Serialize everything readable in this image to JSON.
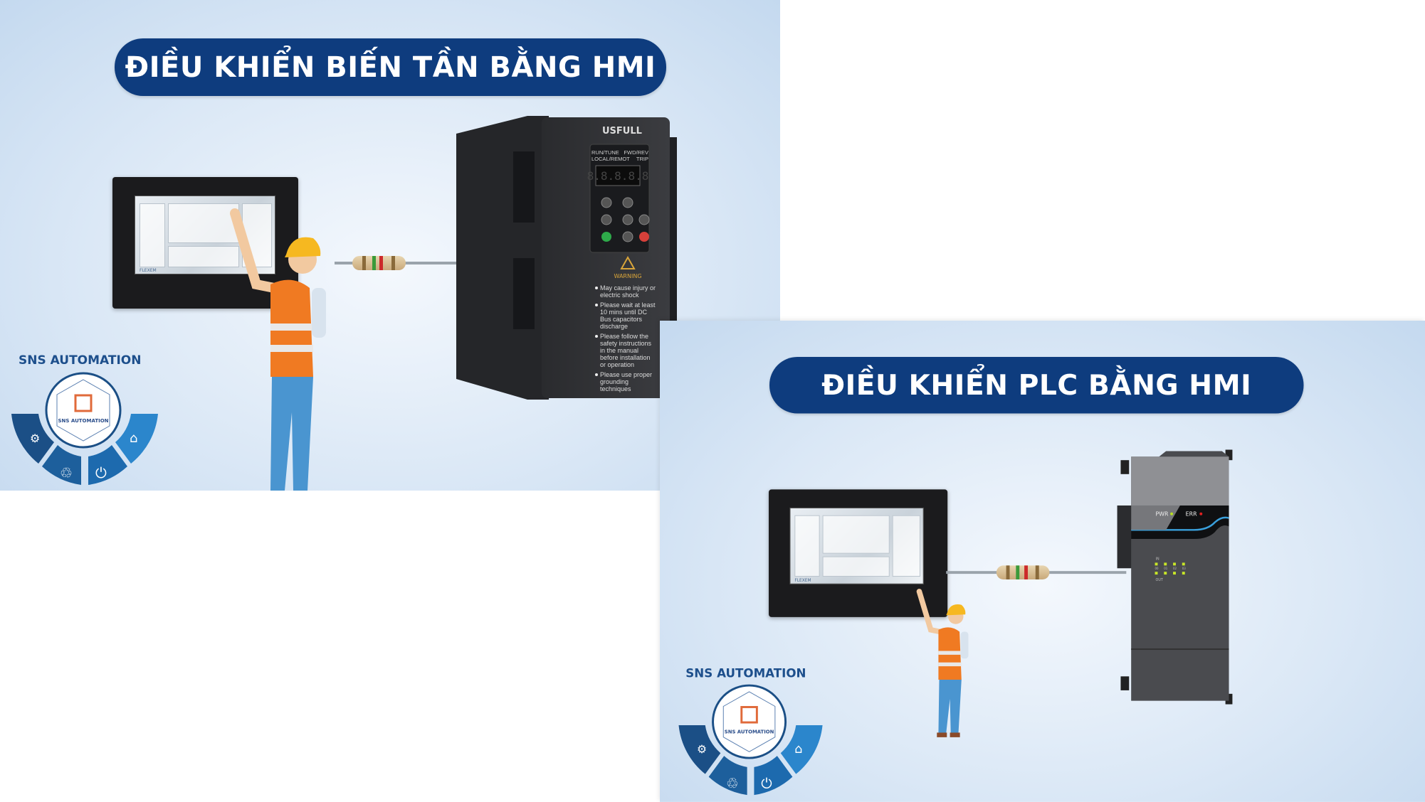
{
  "slides": [
    {
      "title": "ĐIỀU KHIỂN BIẾN TẦN BẰNG HMI",
      "device": {
        "type": "inverter",
        "brand": "USFULL",
        "display": "8.8.8.8.8",
        "status_labels": [
          "RUN/TUNE",
          "FWD/REV",
          "LOCAL/REMOT",
          "TRIP"
        ],
        "warning_title": "WARNING",
        "warnings": [
          "May cause injury or electric shock",
          "Please wait at least 10 mins until DC Bus capacitors discharge",
          "Please follow the safety instructions in the manual before installation or operation",
          "Please use proper grounding techniques"
        ]
      },
      "hmi_brand": "FLEXEM",
      "logo": {
        "title": "SNS AUTOMATION",
        "badge_text": "SNS AUTOMATION"
      }
    },
    {
      "title": "ĐIỀU KHIỂN PLC BẰNG HMI",
      "device": {
        "type": "plc",
        "pwr_label": "PWR",
        "err_label": "ERR",
        "in_label": "IN",
        "out_label": "OUT",
        "io_numbers": [
          "00",
          "01",
          "02",
          "03"
        ]
      },
      "hmi_brand": "FLEXEM",
      "logo": {
        "title": "SNS AUTOMATION",
        "badge_text": "SNS AUTOMATION"
      }
    }
  ],
  "colors": {
    "title_bg": "#0e3c7e",
    "logo_blue": "#1d5f9c",
    "vest_orange": "#f07a22",
    "helmet_yellow": "#f6b820",
    "pwr_led": "#b8e020",
    "err_led": "#e02020"
  }
}
